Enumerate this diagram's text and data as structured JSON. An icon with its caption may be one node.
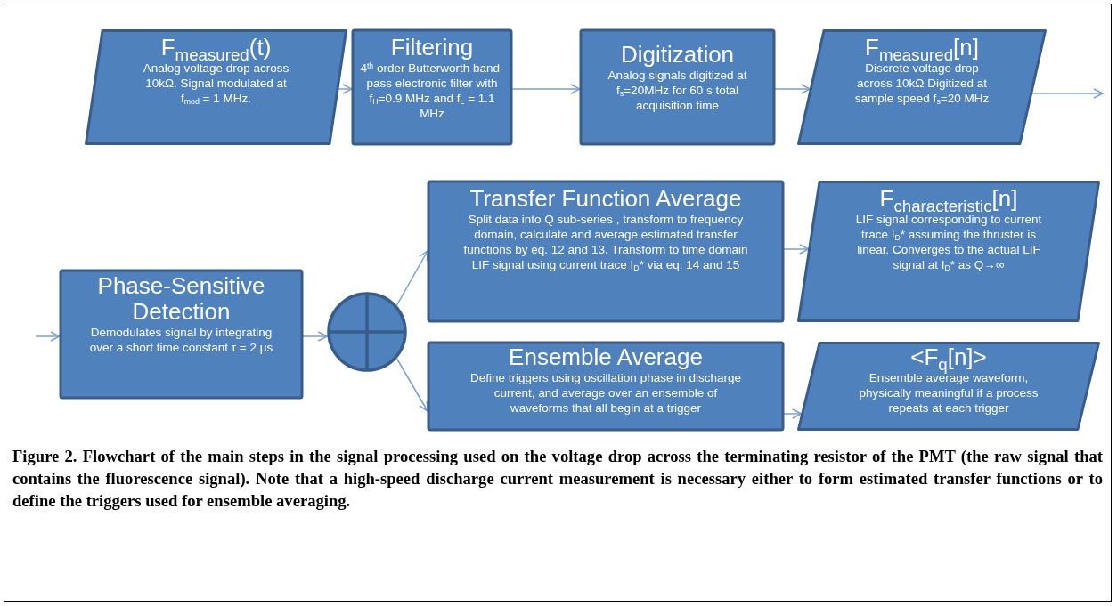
{
  "diagram": {
    "caption": "Figure 2. Flowchart of the main steps in the signal processing used on the voltage drop across the terminating resistor of the PMT (the raw signal that contains the fluorescence signal). Note that a high-speed discharge current measurement is necessary either to form estimated transfer functions or to define the triggers used for ensemble averaging.",
    "nodes": [
      {
        "text": [
          "F$_{measured}$(t)",
          "Analog voltage drop across 10kΩ. Signal modulated at f$_{mod}$ = 1 MHz."
        ]
      },
      {
        "text": [
          "Filtering",
          "4$^{th}$ order Butterworth band-pass electronic filter with f$_{H}$=0.9 MHz and f$_{L}$ = 1.1 MHz"
        ]
      },
      {
        "text": [
          "Digitization",
          "Analog signals digitized at f$_{s}$=20MHz for 60 s total acquisition time"
        ]
      },
      {
        "text": [
          "F$_{measured}$[n]",
          "Discrete voltage drop across 10kΩ Digitized at sample speed f$_{s}$=20 MHz"
        ]
      },
      {
        "text": [
          "Phase-Sensitive Detection",
          "Demodulates signal by integrating over a short time constant τ = 2 μs"
        ]
      },
      {
        "text": [],
        "shape": "circle"
      },
      {
        "text": [
          "Transfer Function Average",
          "Split data into Q sub-series , transform to frequency domain, calculate and average estimated transfer functions by eq. 12 and 13. Transform to time domain LIF signal using current trace I$_{D}$* via eq. 14 and 15"
        ]
      },
      {
        "text": [
          "F$_{characteristic}$[n]",
          "LIF signal corresponding to current trace I$_{D}$* assuming the thruster is linear. Converges to the actual LIF signal at I$_{D}$* as Q→∞"
        ]
      },
      {
        "text": [
          "Ensemble Average",
          "Define triggers using oscillation phase in discharge current, and average over an ensemble of waveforms that all begin at a trigger"
        ]
      },
      {
        "text": [
          "<F$_{q}$[n]>",
          "Ensemble average waveform, physically meaningful if a process repeats at each trigger"
        ]
      }
    ],
    "edges": [
      {
        "from": 0,
        "to": 1,
        "arrow": "to"
      },
      {
        "from": 1,
        "to": 2,
        "arrow": "to"
      },
      {
        "from": 2,
        "to": 3,
        "arrow": "to"
      },
      {
        "from": 3,
        "to": null,
        "arrow": "to"
      },
      {
        "from": null,
        "to": 4,
        "arrow": "to"
      },
      {
        "from": 4,
        "to": 5,
        "arrow": "to"
      },
      {
        "from": 5,
        "to": 6,
        "arrow": "to"
      },
      {
        "from": 5,
        "to": 8,
        "arrow": "to"
      },
      {
        "from": 6,
        "to": 7,
        "arrow": "to"
      },
      {
        "from": 8,
        "to": 9,
        "arrow": "to"
      }
    ]
  }
}
